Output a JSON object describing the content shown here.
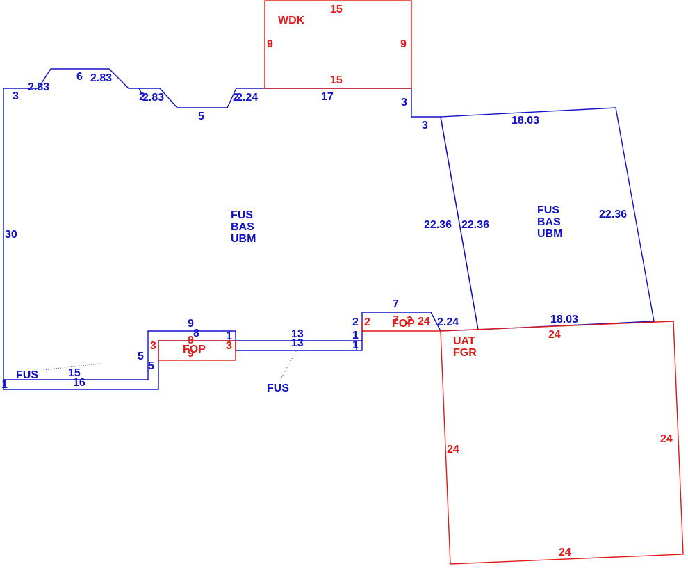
{
  "colors": {
    "living_area": "#1010c8",
    "other_area": "#e01818",
    "background": "#ffffff"
  },
  "areas": {
    "main_codes": [
      "FUS",
      "BAS",
      "UBM"
    ],
    "right_codes": [
      "FUS",
      "BAS",
      "UBM"
    ],
    "deck_code": "WDK",
    "porch_left_code": "FOP",
    "porch_right_code": "FOP",
    "garage_codes": [
      "UAT",
      "FGR"
    ],
    "fus_left_code": "FUS",
    "fus_bottom_code": "FUS"
  },
  "dimensions": {
    "main": {
      "left_wall": "30",
      "top_left": "3",
      "bump_diag_left": "2.83",
      "bump_top": "6",
      "bump_diag_right": "2.83",
      "step_2": "2",
      "step_diag": "2.83",
      "notch_bottom": "5",
      "notch_right": "2",
      "notch_diag": "2.24",
      "top_mid": "17",
      "right_drop": "3",
      "right_step": "3",
      "porch_step_2": "2",
      "porch_top_7": "7",
      "porch_diag": "2.24",
      "cr_1a": "1",
      "cr_1b": "1",
      "cr_13a": "13",
      "cr_13b": "13",
      "cr_9": "9",
      "cr_8": "8",
      "cr_1c": "1",
      "left_5a": "5",
      "left_5b": "5",
      "bottom_15": "15",
      "bottom_16": "16",
      "bottom_left_1": "1"
    },
    "right_rect": {
      "top": "18.03",
      "left_outer": "22.36",
      "left_inner": "22.36",
      "right": "22.36",
      "bottom": "18.03"
    },
    "deck": {
      "top": "15",
      "bottom": "15",
      "left": "9",
      "right": "9"
    },
    "porch_left": {
      "top": "9",
      "bottom": "9",
      "left": "3",
      "right": "3"
    },
    "porch_right": {
      "left": "2",
      "top": "7",
      "side": "2",
      "right": "24"
    },
    "garage": {
      "top": "24",
      "left": "24",
      "right": "24",
      "bottom": "24"
    }
  }
}
